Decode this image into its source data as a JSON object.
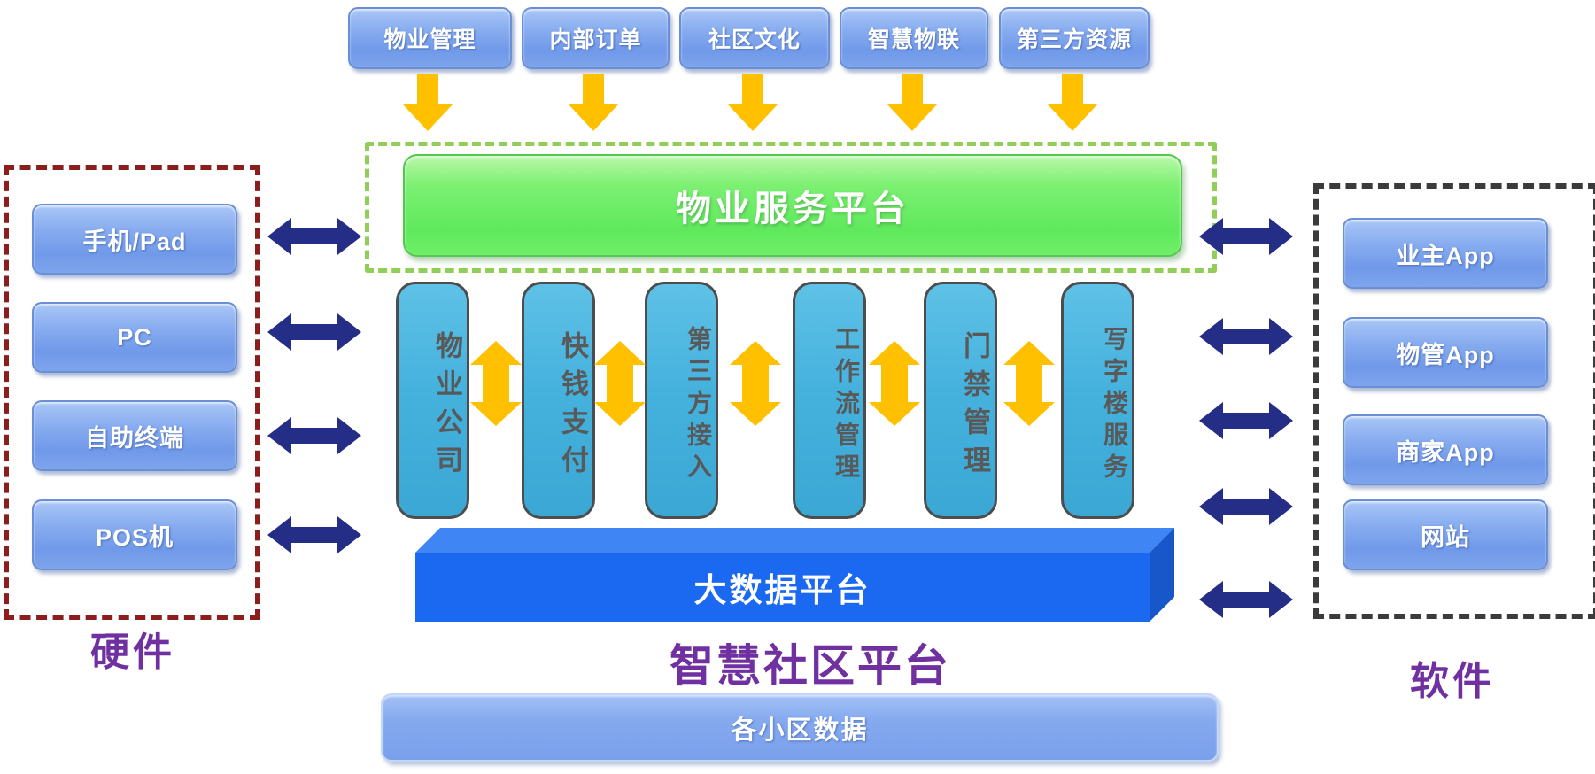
{
  "diagram": {
    "top_modules": [
      "物业管理",
      "内部订单",
      "社区文化",
      "智慧物联",
      "第三方资源"
    ],
    "service_platform": "物业服务平台",
    "pillars": [
      "物业公司",
      "快钱支付",
      "第三方接入",
      "工作流管理",
      "门禁管理",
      "写字楼服务"
    ],
    "bigdata_platform": "大数据平台",
    "center_title": "智慧社区平台",
    "data_bar": "各小区数据",
    "hardware": {
      "title": "硬件",
      "items": [
        "手机/Pad",
        "PC",
        "自助终端",
        "POS机"
      ]
    },
    "software": {
      "title": "软件",
      "items": [
        "业主App",
        "物管App",
        "商家App",
        "网站"
      ]
    },
    "colors": {
      "button_blue": "#7FA6EE",
      "green_platform": "#70EE6E",
      "green_dash": "#90CE58",
      "pillar_blue": "#45B2DE",
      "bigdata_blue": "#1B69F1",
      "navy_arrow": "#252E87",
      "yellow_arrow": "#FFC000",
      "purple_label": "#7030A0",
      "hardware_border": "#8B1D1D",
      "software_border": "#3B3B3B"
    }
  }
}
